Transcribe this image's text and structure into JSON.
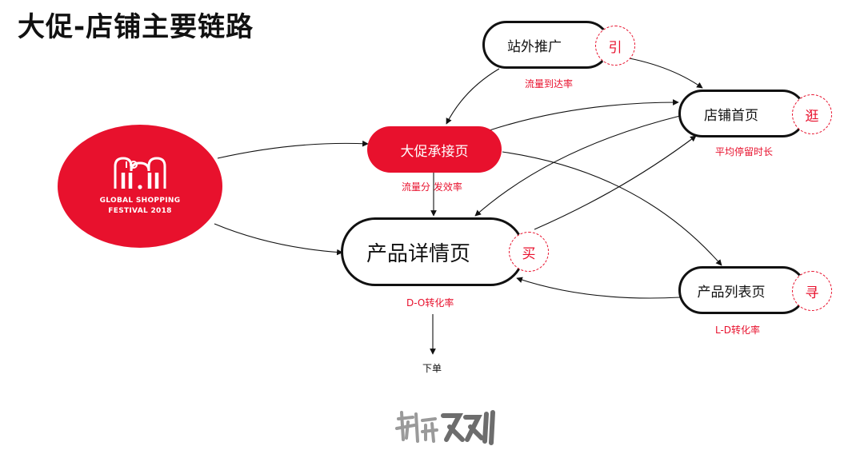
{
  "title": "大促-店铺主要链路",
  "festival": {
    "logo_line1": "GLOBAL SHOPPING",
    "logo_line2": "FESTIVAL 2018"
  },
  "nodes": {
    "offsite": {
      "label": "站外推广",
      "tag": "引"
    },
    "promo": {
      "label": "大促承接页"
    },
    "homepage": {
      "label": "店铺首页",
      "tag": "逛"
    },
    "product_detail": {
      "label": "产品详情页",
      "tag": "买"
    },
    "product_list": {
      "label": "产品列表页",
      "tag": "寻"
    }
  },
  "metrics": {
    "traffic_arrival": "流量到达率",
    "avg_stay": "平均停留时长",
    "traffic_split": "流量分 发效率",
    "do_conversion": "D-O转化率",
    "ld_conversion": "L-D转化率"
  },
  "order_label": "下单",
  "colors": {
    "accent": "#e8112d",
    "ink": "#111111"
  }
}
